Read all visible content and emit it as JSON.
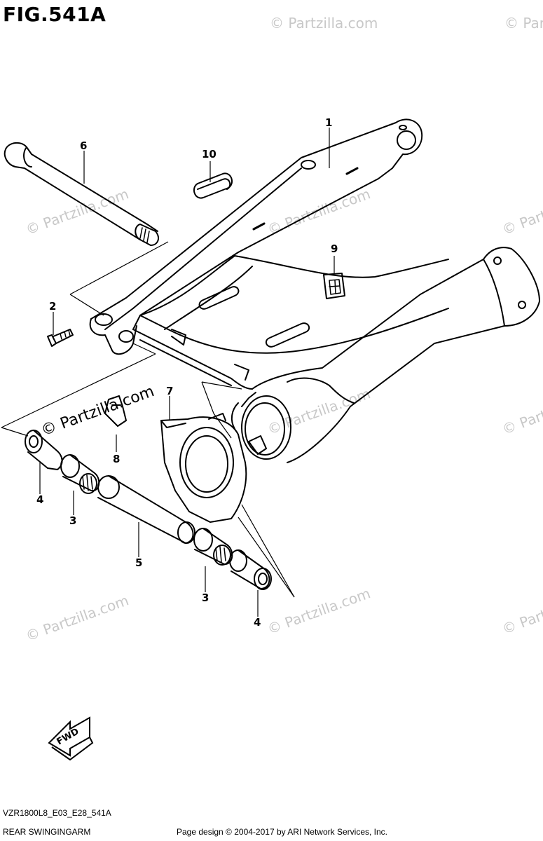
{
  "figure": {
    "title": "FIG.541A",
    "code": "VZR1800L8_E03_E28_541A",
    "name": "REAR SWINGINGARM",
    "copyright": "Page design © 2004-2017 by ARI Network Services, Inc."
  },
  "watermark": {
    "text": "© Partzilla.com",
    "color": "#c8c8c8"
  },
  "fwd_arrow": {
    "label": "FWD"
  },
  "callouts": [
    "1",
    "2",
    "3",
    "3",
    "4",
    "4",
    "5",
    "6",
    "7",
    "8",
    "9",
    "10"
  ]
}
